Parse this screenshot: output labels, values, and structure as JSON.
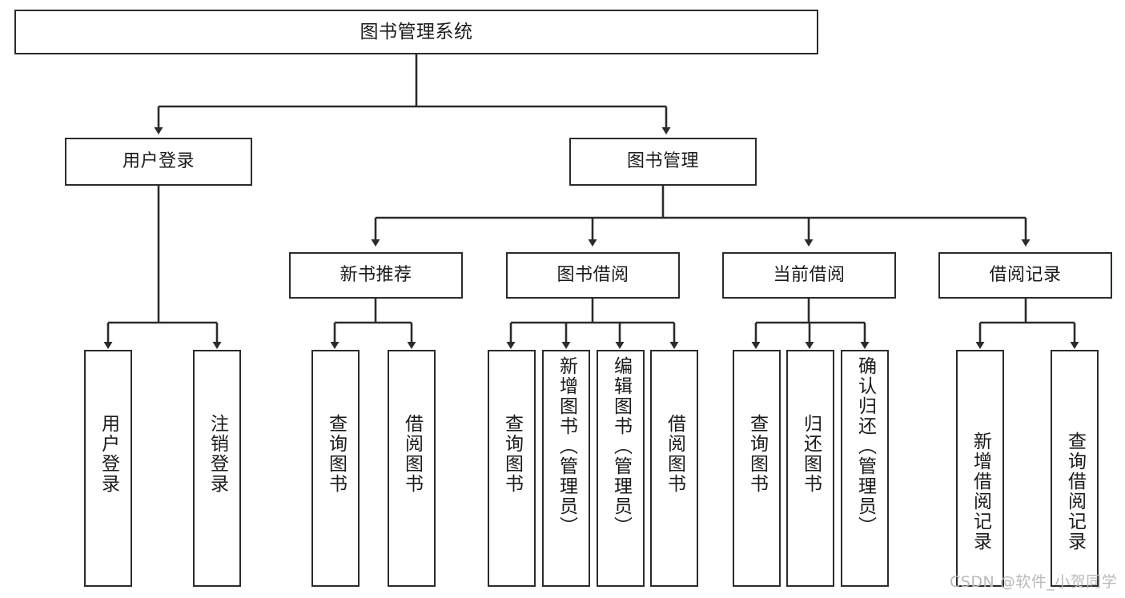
{
  "diagram": {
    "title": "图书管理系统",
    "type": "tree-hierarchy",
    "root": {
      "id": "root",
      "label": "图书管理系统"
    },
    "level1": [
      {
        "id": "user-login",
        "label": "用户登录"
      },
      {
        "id": "book-manage",
        "label": "图书管理"
      }
    ],
    "level2": [
      {
        "id": "new-book-recommend",
        "label": "新书推荐",
        "parent": "book-manage"
      },
      {
        "id": "book-borrow",
        "label": "图书借阅",
        "parent": "book-manage"
      },
      {
        "id": "current-borrow",
        "label": "当前借阅",
        "parent": "book-manage"
      },
      {
        "id": "borrow-record",
        "label": "借阅记录",
        "parent": "book-manage"
      }
    ],
    "leaves": [
      {
        "id": "leaf-user-login",
        "label": "用户登录",
        "parent": "user-login"
      },
      {
        "id": "leaf-logout-login",
        "label": "注销登录",
        "parent": "user-login"
      },
      {
        "id": "leaf-query-book-1",
        "label": "查询图书",
        "parent": "new-book-recommend"
      },
      {
        "id": "leaf-borrow-book-1",
        "label": "借阅图书",
        "parent": "new-book-recommend"
      },
      {
        "id": "leaf-query-book-2",
        "label": "查询图书",
        "parent": "book-borrow"
      },
      {
        "id": "leaf-add-book",
        "label": "新增图书（管理员）",
        "parent": "book-borrow"
      },
      {
        "id": "leaf-edit-book",
        "label": "编辑图书（管理员）",
        "parent": "book-borrow"
      },
      {
        "id": "leaf-borrow-book-2",
        "label": "借阅图书",
        "parent": "book-borrow"
      },
      {
        "id": "leaf-query-book-3",
        "label": "查询图书",
        "parent": "current-borrow"
      },
      {
        "id": "leaf-return-book",
        "label": "归还图书",
        "parent": "current-borrow"
      },
      {
        "id": "leaf-confirm-return",
        "label": "确认归还（管理员）",
        "parent": "current-borrow"
      },
      {
        "id": "leaf-add-record",
        "label": "新增借阅记录",
        "parent": "borrow-record"
      },
      {
        "id": "leaf-query-record",
        "label": "查询借阅记录",
        "parent": "borrow-record"
      }
    ],
    "watermark": "CSDN @软件_小贺同学",
    "colors": {
      "stroke": "#2b2b2b",
      "fill": "#ffffff",
      "text": "#1a1a1a",
      "watermark": "#b9b9b9"
    }
  }
}
